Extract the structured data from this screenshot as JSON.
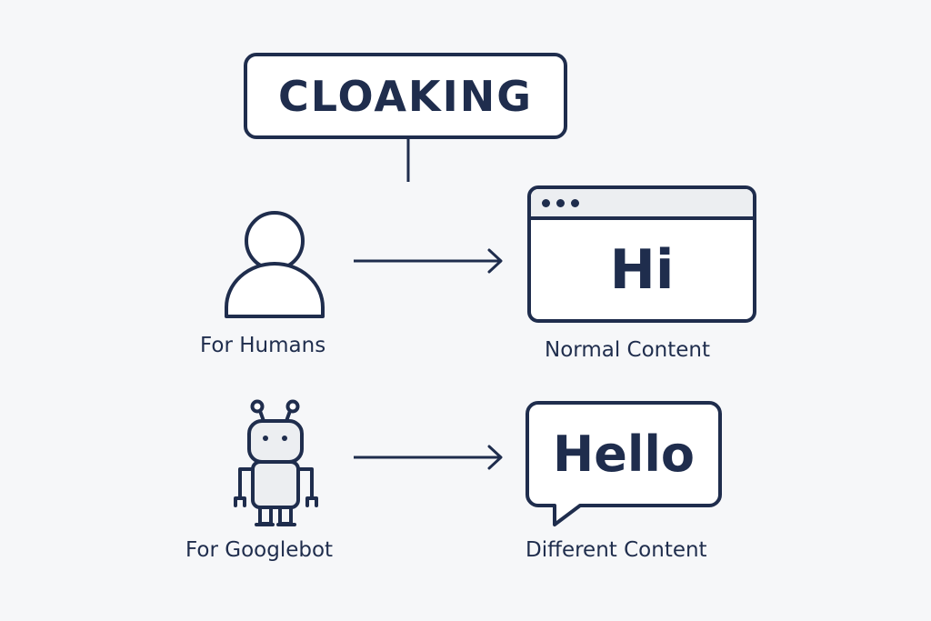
{
  "title": "CLOAKING",
  "rows": [
    {
      "source_label": "For Humans",
      "source_icon": "person-icon",
      "target_icon": "browser-window-icon",
      "target_text": "Hi",
      "target_label": "Normal Content"
    },
    {
      "source_label": "For Googlebot",
      "source_icon": "robot-icon",
      "target_icon": "speech-bubble-icon",
      "target_text": "Hello",
      "target_label": "Different Content"
    }
  ],
  "colors": {
    "stroke": "#1f2d4d",
    "background": "#f6f7f9",
    "icon_fill": "#eceef1",
    "box_fill": "#ffffff"
  }
}
